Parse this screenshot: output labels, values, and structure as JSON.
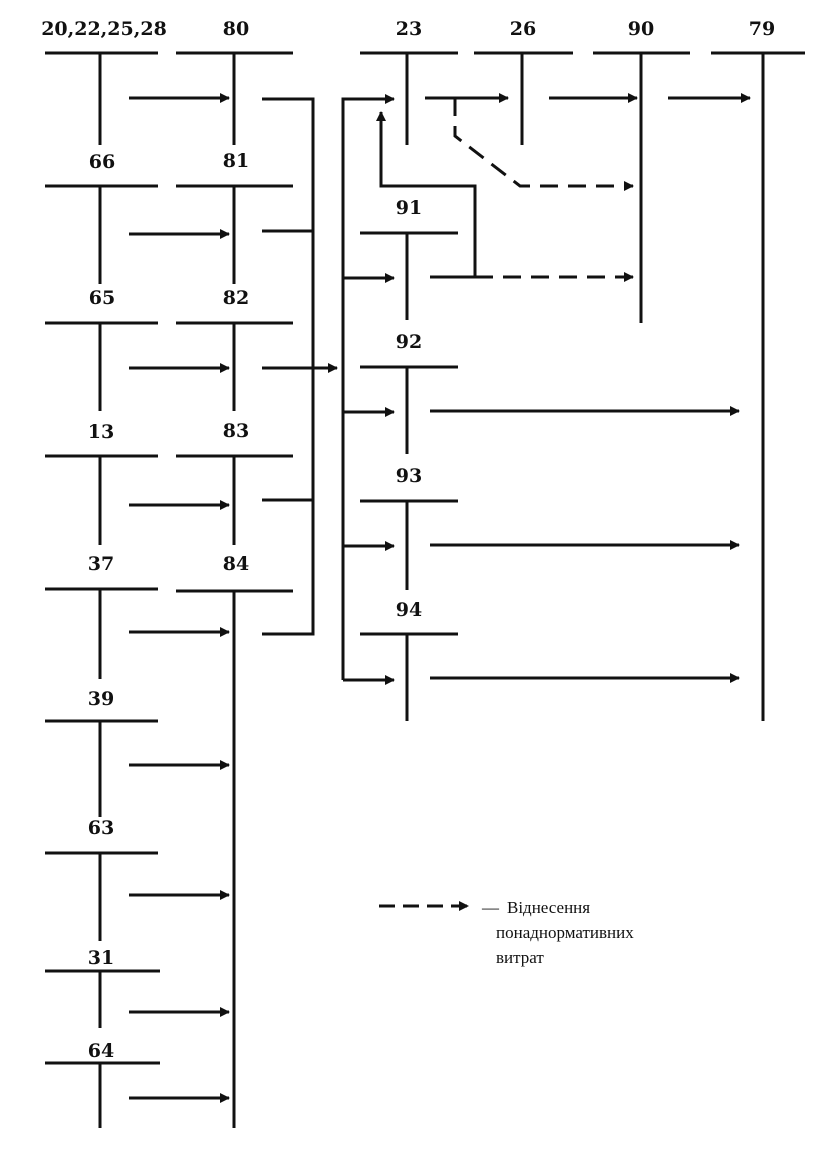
{
  "accounts": {
    "a20": "20,22,25,28",
    "a80": "80",
    "a23": "23",
    "a26": "26",
    "a90": "90",
    "a79": "79",
    "a66": "66",
    "a81": "81",
    "a91": "91",
    "a65": "65",
    "a82": "82",
    "a92": "92",
    "a13": "13",
    "a83": "83",
    "a93": "93",
    "a37": "37",
    "a84": "84",
    "a94": "94",
    "a39": "39",
    "a63": "63",
    "a31": "31",
    "a64": "64"
  },
  "legend": {
    "dash": "—",
    "line1": "Віднесення",
    "line2": "понаднормативних",
    "line3": "витрат"
  },
  "colors": {
    "ink": "#111111"
  }
}
